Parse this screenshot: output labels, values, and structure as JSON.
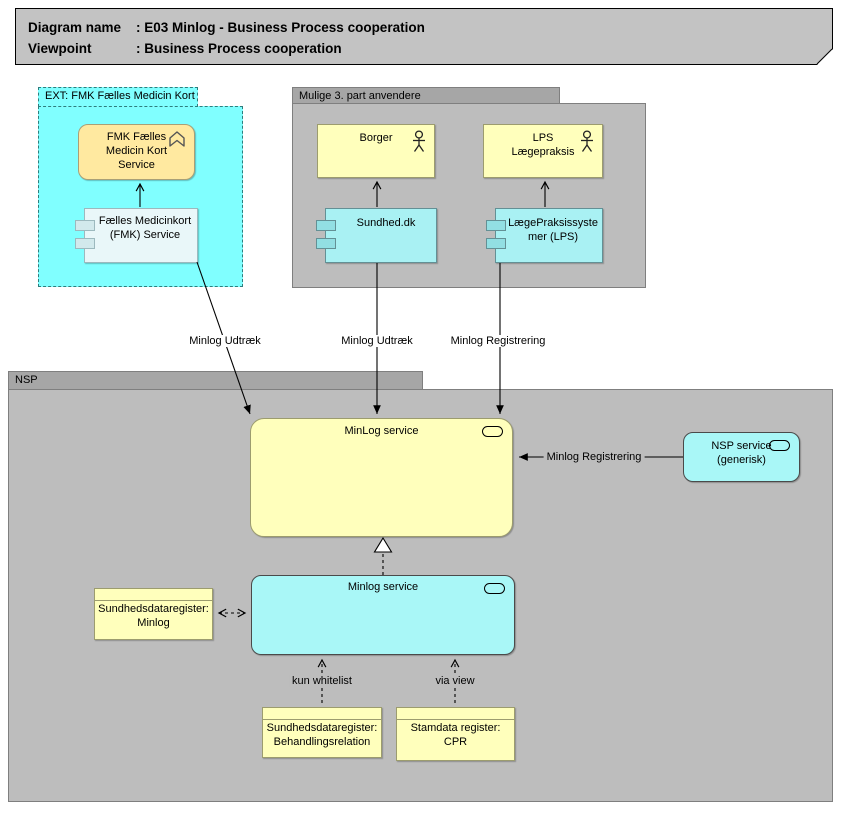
{
  "title_block": {
    "rows": [
      {
        "label": "Diagram name",
        "value": ": E03 Minlog - Business Process cooperation"
      },
      {
        "label": "Viewpoint",
        "value": ": Business Process cooperation"
      }
    ]
  },
  "groups": {
    "ext_fmk": {
      "label": "EXT: FMK Fælles Medicin Kort"
    },
    "mulige": {
      "label": "Mulige 3. part anvendere"
    },
    "nsp": {
      "label": "NSP"
    }
  },
  "nodes": {
    "fmk_service": {
      "label": "FMK Fælles Medicin Kort Service",
      "icon": "process-chevron-icon"
    },
    "fmk_component": {
      "label": "Fælles Medicinkort (FMK) Service",
      "icon": "component-icon"
    },
    "borger": {
      "label": "Borger",
      "icon": "actor-icon"
    },
    "lps_actor": {
      "label": "LPS Lægepraksis",
      "icon": "actor-icon"
    },
    "sundhed": {
      "label": "Sundhed.dk",
      "icon": "component-icon"
    },
    "lps_component": {
      "label": "LægePraksissystemer (LPS)",
      "icon": "component-icon"
    },
    "minlog_main": {
      "label": "MinLog service",
      "icon": "service-icon"
    },
    "nsp_generic": {
      "label": "NSP service (generisk)",
      "icon": "service-icon"
    },
    "minlog_app": {
      "label": "Minlog service",
      "icon": "service-icon"
    },
    "sdr_minlog": {
      "label": "Sundhedsdataregister: Minlog"
    },
    "sdr_behandling": {
      "label": "Sundhedsdataregister: Behandlingsrelation"
    },
    "stamdata_cpr": {
      "label": "Stamdata register: CPR"
    }
  },
  "edge_labels": {
    "udtraek_fmk": "Minlog Udtræk",
    "udtraek_sundhed": "Minlog Udtræk",
    "registrering_top": "Minlog Registrering",
    "registrering_right": "Minlog Registrering",
    "kun_whitelist": "kun whitelist",
    "via_view": "via view"
  },
  "edges": [
    {
      "from": "Fælles Medicinkort (FMK) Service",
      "to": "FMK Fælles Medicin Kort Service",
      "type": "solid-open-arrow"
    },
    {
      "from": "Sundhed.dk",
      "to": "Borger",
      "type": "solid-open-arrow"
    },
    {
      "from": "LægePraksissystemer (LPS)",
      "to": "LPS Lægepraksis",
      "type": "solid-open-arrow"
    },
    {
      "from": "Fælles Medicinkort (FMK) Service",
      "to": "MinLog service",
      "label": "Minlog Udtræk",
      "type": "solid-filled-arrow"
    },
    {
      "from": "Sundhed.dk",
      "to": "MinLog service",
      "label": "Minlog Udtræk",
      "type": "solid-filled-arrow"
    },
    {
      "from": "LægePraksissystemer (LPS)",
      "to": "MinLog service",
      "label": "Minlog Registrering",
      "type": "solid-filled-arrow"
    },
    {
      "from": "NSP service (generisk)",
      "to": "MinLog service",
      "label": "Minlog Registrering",
      "type": "solid-filled-arrow"
    },
    {
      "from": "Minlog service",
      "to": "MinLog service",
      "type": "dashed-hollow-triangle-realization"
    },
    {
      "from": "Sundhedsdataregister: Minlog",
      "to": "Minlog service",
      "type": "dashed-double-open-arrow"
    },
    {
      "from": "Sundhedsdataregister: Behandlingsrelation",
      "to": "Minlog service",
      "label": "kun whitelist",
      "type": "dashed-open-arrow"
    },
    {
      "from": "Stamdata register: CPR",
      "to": "Minlog service",
      "label": "via view",
      "type": "dashed-open-arrow"
    }
  ],
  "colors": {
    "group_cyan": "#80ffff",
    "group_gray_body": "#bdbdbd",
    "group_gray_tab": "#a6a6a6",
    "node_yellow": "#ffffbc",
    "node_yellow_deep": "#ffe9a0",
    "node_cyan": "#a9f7f7",
    "component_cyan": "#a9f1f3",
    "component_pale": "#e9f7f9",
    "title_gray": "#c3c3c3"
  }
}
